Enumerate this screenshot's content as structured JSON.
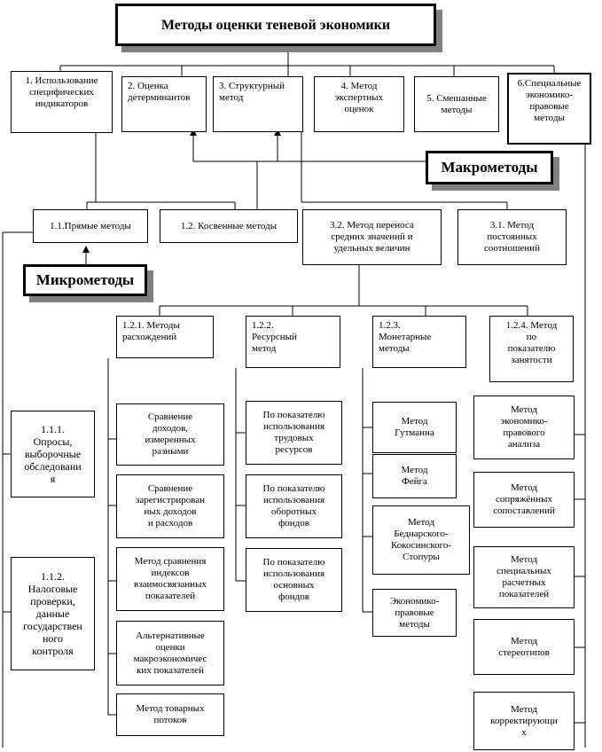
{
  "title": "Методы оценки теневой экономики",
  "top_methods": [
    "1. Использование\nспецифических\nиндикаторов",
    "2. Оценка\nдетерминантов",
    "3. Структурный\nметод",
    "4. Метод\nэкспертных\nоценок",
    "5. Смешанные\nметоды",
    "6.Специальные\nэкономико-\nправовые\nметоды"
  ],
  "macro_label": "Макрометоды",
  "micro_label": "Микрометоды",
  "indicator_methods": {
    "direct": "1.1.Прямые методы",
    "indirect": "1.2. Косвенные методы"
  },
  "structural_methods": {
    "transfer": "3.2. Метод переноса\nсредних значений и\nудельных величин",
    "constant": "3.1. Метод\nпостоянных\nсоотношений"
  },
  "indirect_groups": [
    "1.2.1. Методы\nрасхождений",
    "1.2.2.\nРесурсный\nметод",
    "1.2.3.\nМонетарные\nметоды",
    "1.2.4. Метод\nпо\nпоказателю\nзанятости"
  ],
  "direct_items": [
    "1.1.1.\nОпросы,\nвыборочные\nобследовани\nя",
    "1.1.2.\nНалоговые\nпроверки,\nданные\nгосударствен\nного\nконтроля"
  ],
  "discrepancy_items": [
    "Сравнение\nдоходов,\nизмеренных\nразными",
    "Сравнение\nзарегистрирован\nных доходов\nи расходов",
    "Метод сравнения\nиндексов\nвзаимосвязанных\nпоказателей",
    "Альтернативные\nоценки\nмакроэкономичес\nких показателей",
    "Метод товарных\nпотоков"
  ],
  "resource_items": [
    "По показателю\nиспользования\nтрудовых\nресурсов",
    "По показателю\nиспользования\nоборотных\nфондов",
    "По показателю\nиспользования\nосновных\nфондов"
  ],
  "monetary_items": [
    "Метод\nГутманна",
    "Метод\nФейга",
    "Метод\nБеднарского-\nКокосинского-\nСтопуры",
    "Экономико-\nправовые\nметоды"
  ],
  "legal_items": [
    "Метод\nэкономико-\nправового\nанализа",
    "Метод\nсопряжённых\nсопоставлений",
    "Метод\nспециальных\nрасчетных\nпоказателей",
    "Метод\nстереотипов",
    "Метод\nкорректирующи\nх"
  ]
}
